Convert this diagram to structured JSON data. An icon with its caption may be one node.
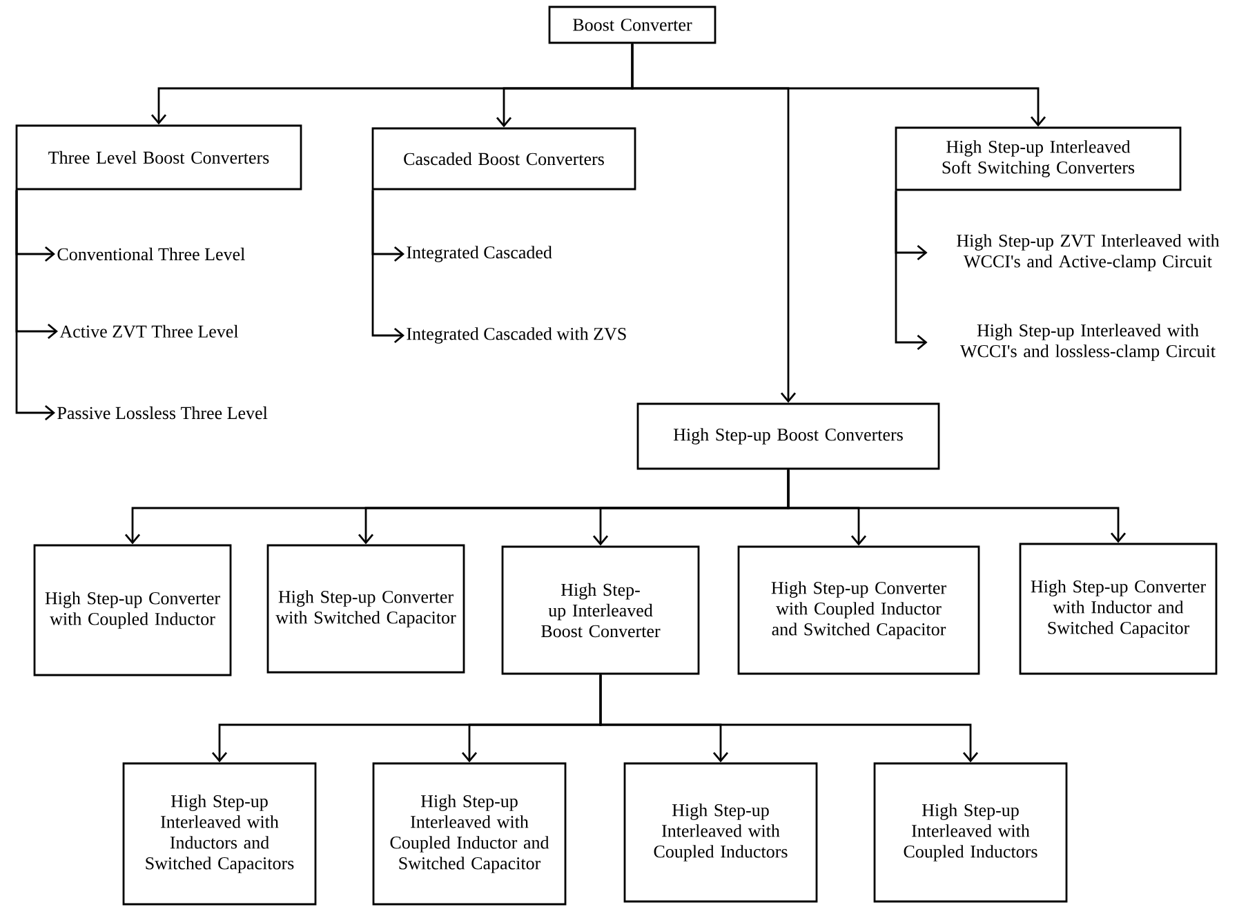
{
  "diagram": {
    "nodes": [
      {
        "text": [
          "Boost Converter"
        ]
      },
      {
        "text": [
          "Three Level Boost Converters"
        ]
      },
      {
        "text": [
          "Cascaded Boost Converters"
        ]
      },
      {
        "text": [
          "High Step-up Interleaved Soft Switching Converters"
        ]
      },
      {
        "text": [
          "Conventional Three Level"
        ]
      },
      {
        "text": [
          "Active ZVT Three Level"
        ]
      },
      {
        "text": [
          "Passive Lossless Three Level"
        ]
      },
      {
        "text": [
          "Integrated Cascaded"
        ]
      },
      {
        "text": [
          "Integrated Cascaded with ZVS"
        ]
      },
      {
        "text": [
          "High Step-up ZVT Interleaved with WCCI's and Active-clamp Circuit"
        ]
      },
      {
        "text": [
          "High Step-up Interleaved with WCCI's and lossless-clamp Circuit"
        ]
      },
      {
        "text": [
          "High Step-up Boost Converters"
        ]
      },
      {
        "text": [
          "High Step-up Converter with Coupled Inductor"
        ]
      },
      {
        "text": [
          "High Step-up Converter with Switched Capacitor"
        ]
      },
      {
        "text": [
          "High Step-up Interleaved Boost Converter"
        ]
      },
      {
        "text": [
          "High Step-up Converter with Coupled Inductor and Switched Capacitor"
        ]
      },
      {
        "text": [
          "High Step-up Converter with Inductor and Switched Capacitor"
        ]
      },
      {
        "text": [
          "High Step-up Interleaved with Inductors and Switched Capacitors"
        ]
      },
      {
        "text": [
          "High Step-up Interleaved with Coupled Inductor and Switched Capacitor"
        ]
      },
      {
        "text": [
          "High Step-up Interleaved with Coupled Inductors"
        ]
      },
      {
        "text": [
          "High Step-up Interleaved with Coupled Inductors"
        ]
      }
    ],
    "edges": [
      {
        "from": 0,
        "to": 1,
        "arrow": "to"
      },
      {
        "from": 0,
        "to": 2,
        "arrow": "to"
      },
      {
        "from": 0,
        "to": 11,
        "arrow": "to"
      },
      {
        "from": 0,
        "to": 3,
        "arrow": "to"
      },
      {
        "from": 1,
        "to": 4,
        "arrow": "to"
      },
      {
        "from": 1,
        "to": 5,
        "arrow": "to"
      },
      {
        "from": 1,
        "to": 6,
        "arrow": "to"
      },
      {
        "from": 2,
        "to": 7,
        "arrow": "to"
      },
      {
        "from": 2,
        "to": 8,
        "arrow": "to"
      },
      {
        "from": 3,
        "to": 9,
        "arrow": "to"
      },
      {
        "from": 3,
        "to": 10,
        "arrow": "to"
      },
      {
        "from": 11,
        "to": 12,
        "arrow": "to"
      },
      {
        "from": 11,
        "to": 13,
        "arrow": "to"
      },
      {
        "from": 11,
        "to": 14,
        "arrow": "to"
      },
      {
        "from": 11,
        "to": 15,
        "arrow": "to"
      },
      {
        "from": 11,
        "to": 16,
        "arrow": "to"
      },
      {
        "from": 14,
        "to": 17,
        "arrow": "to"
      },
      {
        "from": 14,
        "to": 18,
        "arrow": "to"
      },
      {
        "from": 14,
        "to": 19,
        "arrow": "to"
      },
      {
        "from": 14,
        "to": 20,
        "arrow": "to"
      }
    ]
  }
}
